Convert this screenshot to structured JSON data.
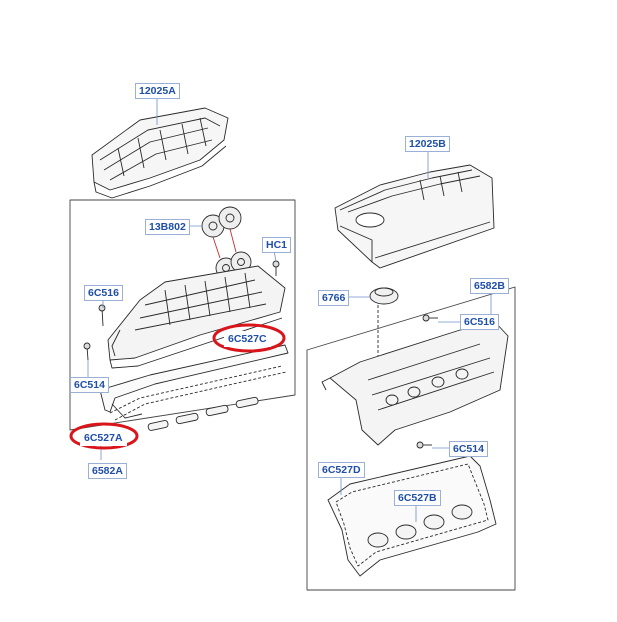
{
  "labels": {
    "p12025A": "12025A",
    "p12025B": "12025B",
    "p13B802": "13B802",
    "pHC1": "HC1",
    "p6C516_left": "6C516",
    "p6C514_left": "6C514",
    "p6C527C": "6C527C",
    "p6C527A": "6C527A",
    "p6582A": "6582A",
    "p6766": "6766",
    "p6582B": "6582B",
    "p6C516_right": "6C516",
    "p6C514_right": "6C514",
    "p6C527D": "6C527D",
    "p6C527B": "6C527B"
  },
  "colors": {
    "label_text": "#1f4fa8",
    "label_border": "#9ab0d6",
    "highlight_ring": "#d9141b",
    "line_art": "#2a2a2a",
    "leader_line": "#6f8fc8"
  },
  "highlighted": [
    "p6C527C",
    "p6C527A"
  ]
}
